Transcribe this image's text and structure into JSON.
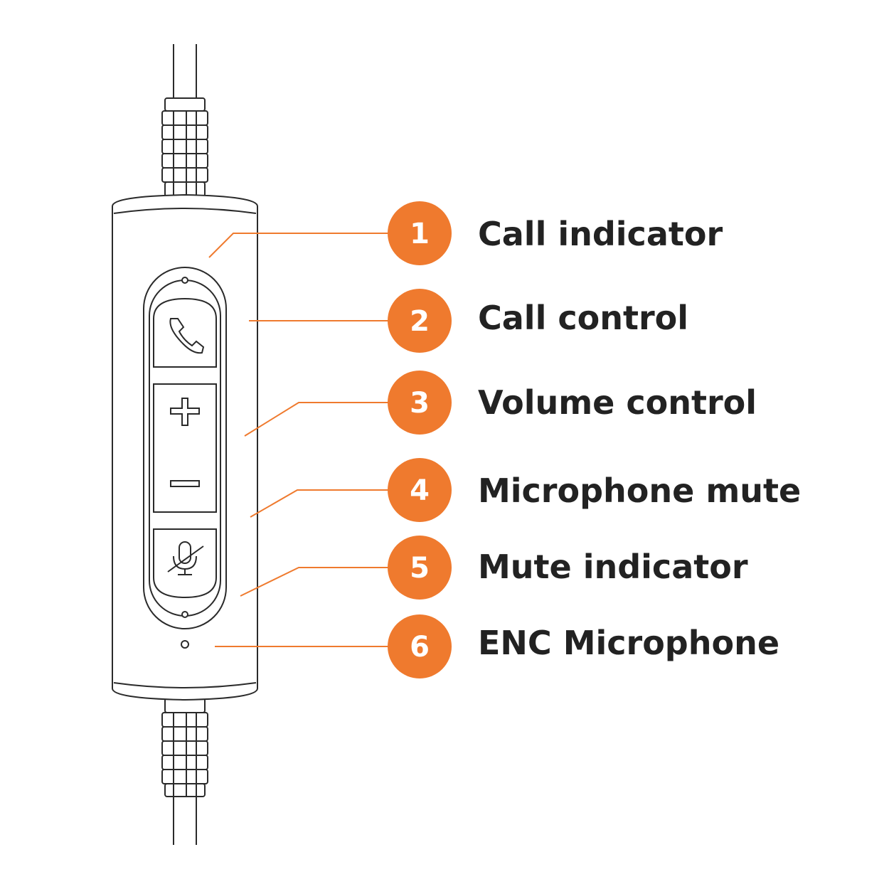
{
  "accent_color": "#ef7a2e",
  "line_color": "#2a2a2a",
  "device": {
    "buttons": [
      {
        "name": "call-button",
        "icon": "phone-icon"
      },
      {
        "name": "volume-up-button",
        "icon": "plus-icon"
      },
      {
        "name": "volume-down-button",
        "icon": "minus-icon"
      },
      {
        "name": "mute-button",
        "icon": "mic-muted-icon"
      }
    ]
  },
  "callouts": [
    {
      "number": "1",
      "label": "Call indicator"
    },
    {
      "number": "2",
      "label": "Call control"
    },
    {
      "number": "3",
      "label": "Volume control"
    },
    {
      "number": "4",
      "label": "Microphone mute"
    },
    {
      "number": "5",
      "label": "Mute indicator"
    },
    {
      "number": "6",
      "label": "ENC Microphone"
    }
  ]
}
